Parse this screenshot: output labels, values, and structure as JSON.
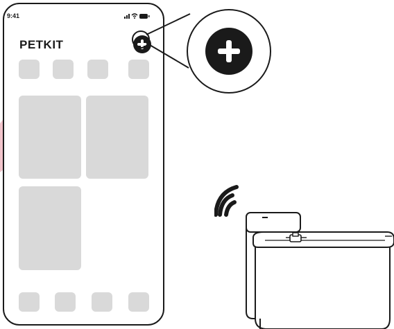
{
  "status_bar": {
    "time": "9:41"
  },
  "app": {
    "title": "PETKIT"
  },
  "icons": {
    "add": "plus-icon",
    "wifi": "wifi-signal-icon",
    "device": "water-fountain-device"
  },
  "colors": {
    "frame": "#1a1a1a",
    "placeholder": "#d9d9d9",
    "watermark": "#e8002a"
  }
}
